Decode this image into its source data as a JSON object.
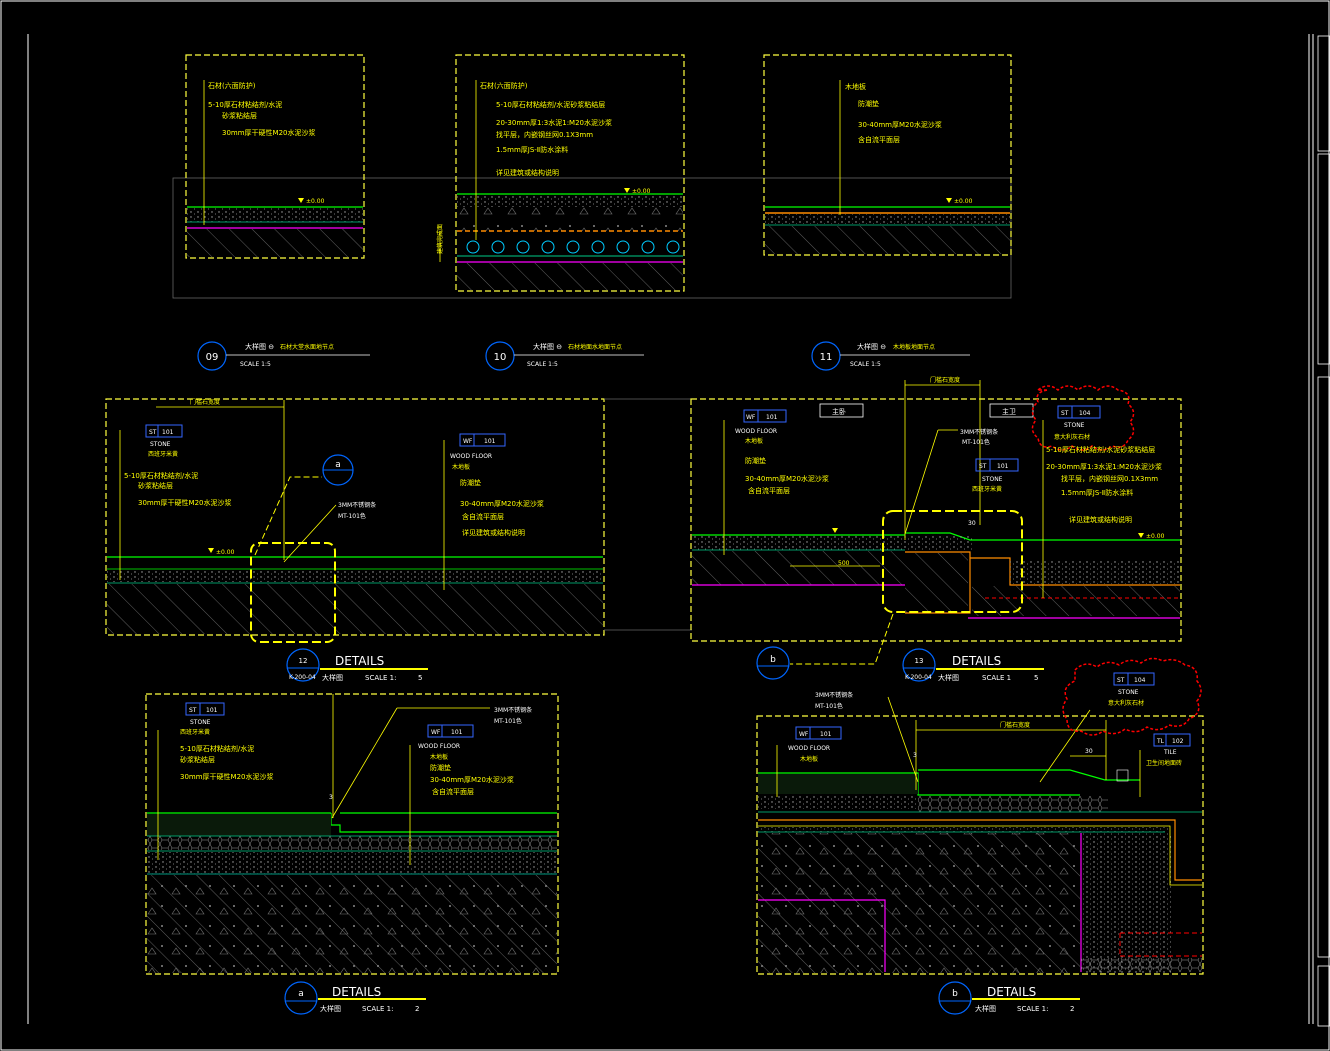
{
  "colors": {
    "background": "#000000",
    "frame": "#ffffff",
    "detail_border": "#ffff40",
    "text": "#ffffff",
    "note_text": "#ffff00",
    "leader": "#ffff00",
    "finish_line": "#00ff00",
    "waterproof": "#ff8c00",
    "base": "#ff00ff",
    "callout_circle": "#0066ff",
    "tag_border": "#3366ff",
    "revision_cloud": "#ff0000",
    "hatch": "#888888"
  },
  "top_details": [
    {
      "number": "09",
      "title": "大样图 ⊖",
      "subtitle": "石材大堂水面地节点",
      "scale": "SCALE  1:5",
      "notes": [
        "石材(六面防护)",
        "5-10厚石材粘结剂/水泥",
        "砂浆粘结层",
        "30mm厚干硬性M20水泥沙浆"
      ],
      "level": "±0.00"
    },
    {
      "number": "10",
      "title": "大样图 ⊖",
      "subtitle": "石材地面水地面节点",
      "scale": "SCALE  1:5",
      "notes": [
        "石材(六面防护)",
        "5-10厚石材粘结剂/水泥砂浆粘结层",
        "20-30mm厚1:3水泥1:M20水泥沙浆",
        "找平层，内嵌钢丝网0.1X3mm",
        "1.5mm厚JS-Ⅱ防水涂料",
        "详见建筑或结构说明"
      ],
      "level": "±0.00",
      "dim": "建筑完成面"
    },
    {
      "number": "11",
      "title": "大样图 ⊖",
      "subtitle": "木地板地面节点",
      "scale": "SCALE  1:5",
      "notes": [
        "木地板",
        "防潮垫",
        "30-40mm厚M20水泥沙浆",
        "含自流平面层"
      ],
      "level": "±0.00"
    }
  ],
  "middle_details": [
    {
      "number": "12",
      "heading": "DETAILS",
      "sub": "K-200-04",
      "title": "大样图",
      "scale": "SCALE 1:",
      "scale_value": "5",
      "dim_top": "门槛石宽度",
      "tags": [
        {
          "code": "ST",
          "num": "101",
          "name": "STONE",
          "zh": "西班牙米黄"
        },
        {
          "code": "WF",
          "num": "101",
          "name": "WOOD FLOOR",
          "zh": "木地板"
        }
      ],
      "notes_left": [
        "5-10厚石材粘结剂/水泥",
        "砂浆粘结层",
        "30mm厚干硬性M20水泥沙浆"
      ],
      "notes_right": [
        "防潮垫",
        "30-40mm厚M20水泥沙浆",
        "含自流平面层",
        "详见建筑或结构说明"
      ],
      "metal_note": [
        "3MM不锈钢条",
        "MT-101色"
      ],
      "callout": "a",
      "level": "±0.00"
    },
    {
      "number": "13",
      "heading": "DETAILS",
      "sub": "K-200-04",
      "title": "大样图",
      "scale": "SCALE 1",
      "scale_value": "5",
      "dim_top": "门槛石宽度",
      "room_left": "主卧",
      "room_right": "主卫",
      "tags": [
        {
          "code": "WF",
          "num": "101",
          "name": "WOOD FLOOR",
          "zh": "木地板"
        },
        {
          "code": "ST",
          "num": "101",
          "name": "STONE",
          "zh": "西班牙米黄"
        },
        {
          "code": "ST",
          "num": "104",
          "name": "STONE",
          "zh": "意大利灰石材"
        }
      ],
      "notes_left": [
        "防潮垫",
        "30-40mm厚M20水泥沙浆",
        "含自流平面层"
      ],
      "notes_right": [
        "5-10厚石材粘结剂/水泥砂浆粘结层",
        "20-30mm厚1:3水泥1:M20水泥沙浆",
        "找平层，内嵌钢丝网0.1X3mm",
        "1.5mm厚JS-Ⅱ防水涂料",
        "详见建筑或结构说明"
      ],
      "metal_note": [
        "3MM不锈钢条",
        "MT-101色"
      ],
      "dim_500": "500",
      "dim_30": "30",
      "callout": "b",
      "level": "±0.00"
    }
  ],
  "bottom_details": [
    {
      "letter": "a",
      "heading": "DETAILS",
      "title": "大样图",
      "scale": "SCALE 1:",
      "scale_value": "2",
      "tags": [
        {
          "code": "ST",
          "num": "101",
          "name": "STONE",
          "zh": "西班牙米黄"
        },
        {
          "code": "WF",
          "num": "101",
          "name": "WOOD FLOOR",
          "zh": "木地板"
        }
      ],
      "notes_left": [
        "5-10厚石材粘结剂/水泥",
        "砂浆粘结层",
        "30mm厚干硬性M20水泥沙浆"
      ],
      "notes_right": [
        "防潮垫",
        "30-40mm厚M20水泥沙浆",
        "含自流平面层"
      ],
      "metal_note": [
        "3MM不锈钢条",
        "MT-101色"
      ],
      "dim": "3"
    },
    {
      "letter": "b",
      "heading": "DETAILS",
      "title": "大样图",
      "scale": "SCALE 1:",
      "scale_value": "2",
      "dim_top": "门槛石宽度",
      "tags": [
        {
          "code": "WF",
          "num": "101",
          "name": "WOOD FLOOR",
          "zh": "木地板"
        },
        {
          "code": "ST",
          "num": "104",
          "name": "STONE",
          "zh": "意大利灰石材"
        },
        {
          "code": "TL",
          "num": "102",
          "name": "TILE",
          "zh": "卫生间地面砖"
        }
      ],
      "metal_note": [
        "3MM不锈钢条",
        "MT-101色"
      ],
      "dim_30": "30",
      "dim_3": "3"
    }
  ]
}
